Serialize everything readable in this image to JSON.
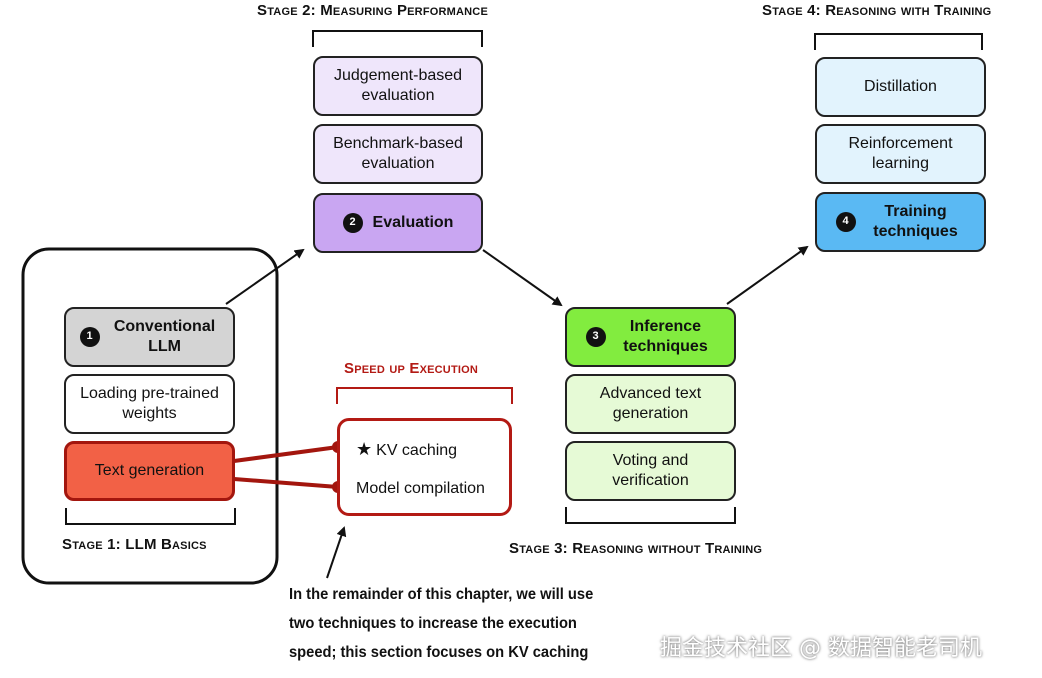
{
  "stage1": {
    "title": "Stage 1: LLM Basics",
    "box1": {
      "badge": "1",
      "label": "Conventional LLM"
    },
    "box2": {
      "label": "Loading pre-trained weights"
    },
    "box3": {
      "label": "Text generation"
    }
  },
  "stage2": {
    "title": "Stage 2: Measuring Performance",
    "box1": {
      "label": "Judgement-based evaluation"
    },
    "box2": {
      "label": "Benchmark-based evaluation"
    },
    "box3": {
      "badge": "2",
      "label": "Evaluation"
    }
  },
  "stage3": {
    "title": "Stage 3: Reasoning without Training",
    "box1": {
      "badge": "3",
      "label": "Inference techniques"
    },
    "box2": {
      "label": "Advanced text generation"
    },
    "box3": {
      "label": "Voting and verification"
    }
  },
  "stage4": {
    "title": "Stage 4: Reasoning with Training",
    "box1": {
      "label": "Distillation"
    },
    "box2": {
      "label": "Reinforcement learning"
    },
    "box3": {
      "badge": "4",
      "label": "Training techniques"
    }
  },
  "speedup": {
    "title": "Speed up Execution",
    "star": "★",
    "item1": "KV caching",
    "item2": "Model compilation"
  },
  "note": {
    "line1": "In the remainder of this chapter, we will use",
    "line2": "two techniques to increase the execution",
    "line3": "speed; this section focuses on KV caching"
  },
  "watermark": "掘金技术社区 @ 数据智能老司机",
  "colors": {
    "stage1_gray": "#d4d4d4",
    "text_generation_red": "#f26146",
    "speedup_red": "#b31a14",
    "evaluation_purple": "#c9a6f2",
    "inference_green": "#82ec3f",
    "training_blue": "#5ab9f3"
  }
}
